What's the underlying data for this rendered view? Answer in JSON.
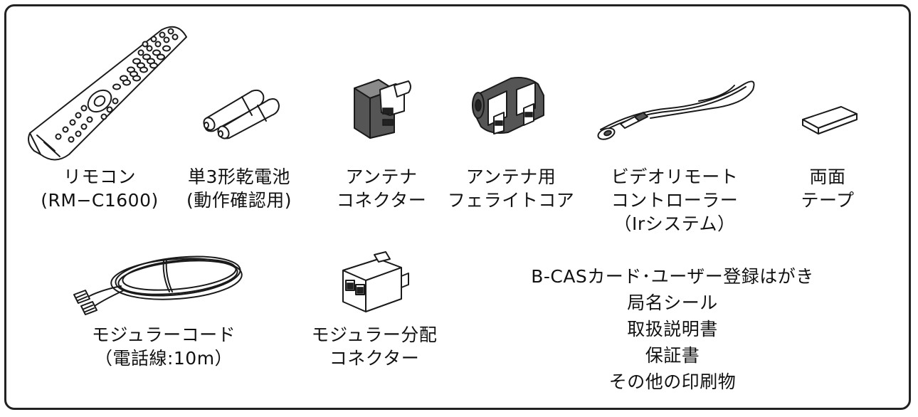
{
  "items": {
    "remote": {
      "line1": "リモコン",
      "line2": "(RM−C1600)"
    },
    "battery": {
      "line1": "単3形乾電池",
      "line2": "(動作確認用)"
    },
    "antenna_connector": {
      "line1": "アンテナ",
      "line2": "コネクター"
    },
    "ferrite_core": {
      "line1": "アンテナ用",
      "line2": "フェライトコア"
    },
    "video_remote": {
      "line1": "ビデオリモート",
      "line2": "コントローラー",
      "line3": "（Irシステム）"
    },
    "tape": {
      "line1": "両面",
      "line2": "テープ"
    },
    "modular_cord": {
      "line1": "モジュラーコード",
      "line2": "（電話線:10m）"
    },
    "modular_splitter": {
      "line1": "モジュラー分配",
      "line2": "コネクター"
    }
  },
  "other_items": [
    "B-CASカード･ユーザー登録はがき",
    "局名シール",
    "取扱説明書",
    "保証書",
    "その他の印刷物"
  ]
}
